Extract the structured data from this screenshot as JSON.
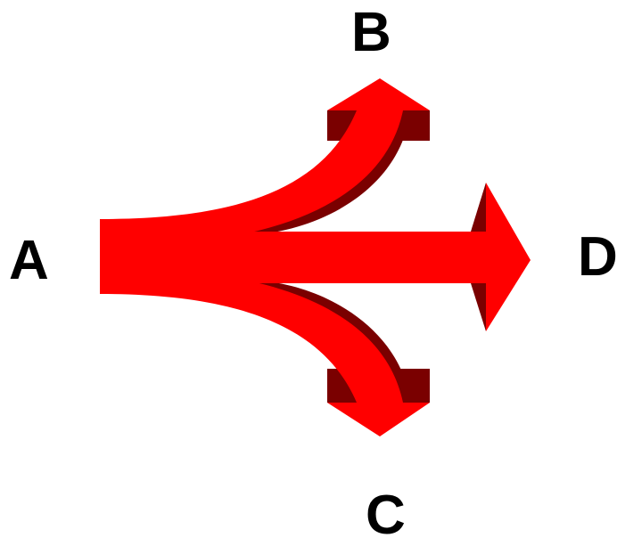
{
  "diagram": {
    "labels": {
      "a": "A",
      "b": "B",
      "c": "C",
      "d": "D"
    },
    "colors": {
      "arrow_fill": "#ff0000",
      "arrow_shadow": "#7a0000",
      "label_text": "#000000",
      "background": "#ffffff"
    },
    "icons": {
      "up": "arrow-up-icon",
      "down": "arrow-down-icon",
      "right": "arrow-right-icon"
    }
  }
}
